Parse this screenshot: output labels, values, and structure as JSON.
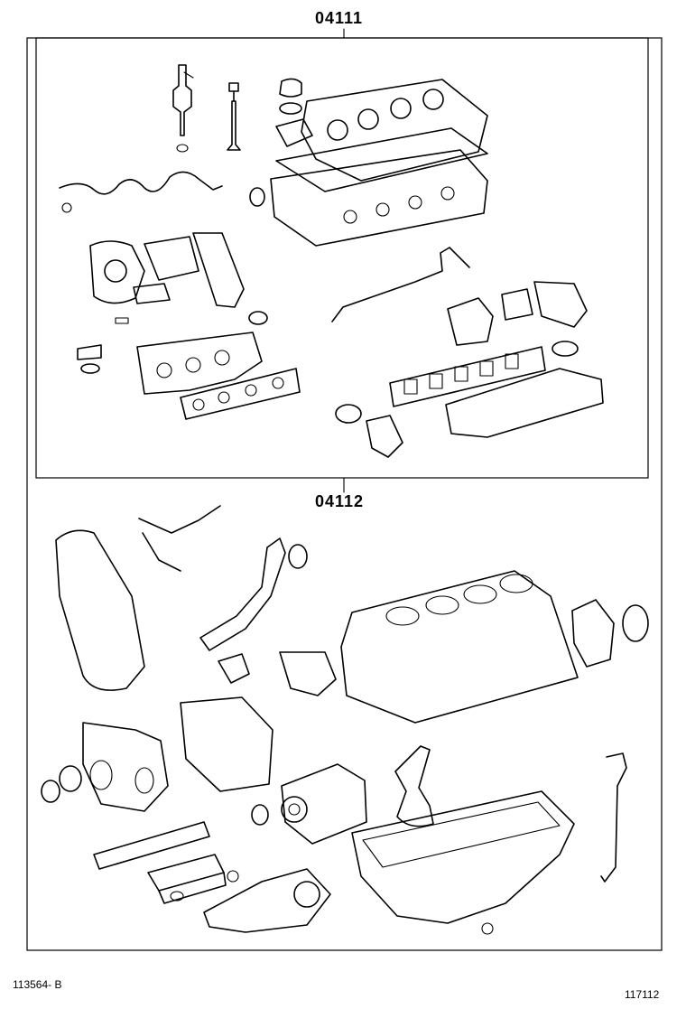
{
  "diagram": {
    "callouts": {
      "upper_kit": "04111",
      "lower_kit": "04112"
    },
    "footer": {
      "left_code": "113564- B",
      "right_code": "117112"
    }
  }
}
